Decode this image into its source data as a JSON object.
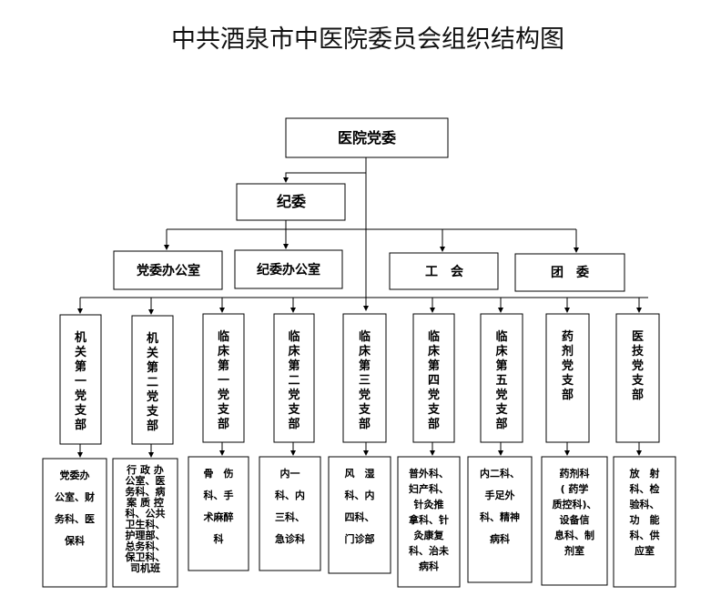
{
  "title": "中共酒泉市中医院委员会组织结构图",
  "top": "医院党委",
  "discipline": "纪委",
  "offices": [
    "党委办公室",
    "纪委办公室",
    "工　会",
    "团　委"
  ],
  "branches": [
    "机关第一党支部",
    "机关第二党支部",
    "临床第一党支部",
    "临床第二党支部",
    "临床第三党支部",
    "临床第四党支部",
    "临床第五党支部",
    "药剂党支部",
    "医技党支部"
  ],
  "depts": [
    [
      "党委办",
      "公室、财",
      "务科、医",
      "保科"
    ],
    [
      "行 政 办",
      "公室、医",
      "务科、病",
      "案 质 控",
      "科、公共",
      "卫生科、",
      "护理部、",
      "总务科、",
      "保卫科、",
      "司机班"
    ],
    [
      "骨　伤",
      "科、手",
      "术麻醉",
      "科"
    ],
    [
      "内一",
      "科、内",
      "三科、",
      "急诊科"
    ],
    [
      "风　湿",
      "科、内",
      "四科、",
      "门诊部"
    ],
    [
      "普外科、",
      "妇产科、",
      "针灸推",
      "拿科、针",
      "灸康复",
      "科、治未",
      "病科"
    ],
    [
      "内二科、",
      "手足外",
      "科、精神",
      "病科"
    ],
    [
      "药剂科",
      "( 药学",
      "质控科)、",
      "设备信",
      "息科、制",
      "剂室"
    ],
    [
      "放　射",
      "科、检",
      "验科、",
      "功　能",
      "科、供",
      "应室"
    ]
  ]
}
